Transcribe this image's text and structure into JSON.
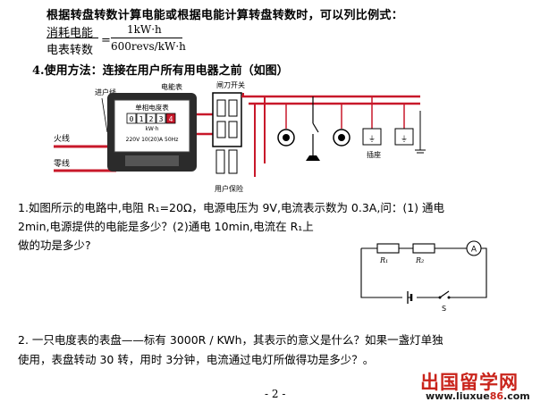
{
  "intro_line": "根据转盘转数计算电能或根据电能计算转盘转数时，可以列比例式：",
  "fraction": {
    "left_top": "消耗电能",
    "left_bottom": "电表转数",
    "right_top": "1kW·h",
    "right_bottom": "600revs/kW·h"
  },
  "step4": "4.使用方法：连接在用户所有用电器之前（如图）",
  "wiring_diagram": {
    "incoming_label": "进户线",
    "meter_label": "电能表",
    "switch_label": "闸刀开关",
    "live_label": "火线",
    "neutral_label": "零线",
    "meter_title": "单相电度表",
    "meter_digits": [
      "0",
      "1",
      "2",
      "3",
      "4"
    ],
    "meter_unit": "kW·h",
    "meter_spec": "220V 10(20)A 50Hz",
    "fuse_label": "用户保险",
    "socket_label": "插座"
  },
  "question1": {
    "line1": "1.如图所示的电路中,电阻 R₁=20Ω，电源电压为 9V,电流表示数为 0.3A,问：(1) 通电",
    "line2": "2min,电源提供的电能是多少？(2)通电 10min,电流在 R₁上",
    "line3": "做的功是多少?"
  },
  "circuit": {
    "r1_label": "R₁",
    "r2_label": "R₂",
    "ammeter_label": "A",
    "switch_label": "S"
  },
  "question2": {
    "line1": "2. 一只电度表的表盘——标有 3000R / KWh，其表示的意义是什么？如果一盏灯单独",
    "line2": "使用，表盘转动 30 转，用时 3分钟，电流通过电灯所做得功是多少？。"
  },
  "page_number": "- 2 -",
  "watermark": {
    "cn": "出国留学网",
    "url_prefix": "www.liuxue",
    "url_num": "86",
    "url_suffix": ".com"
  }
}
